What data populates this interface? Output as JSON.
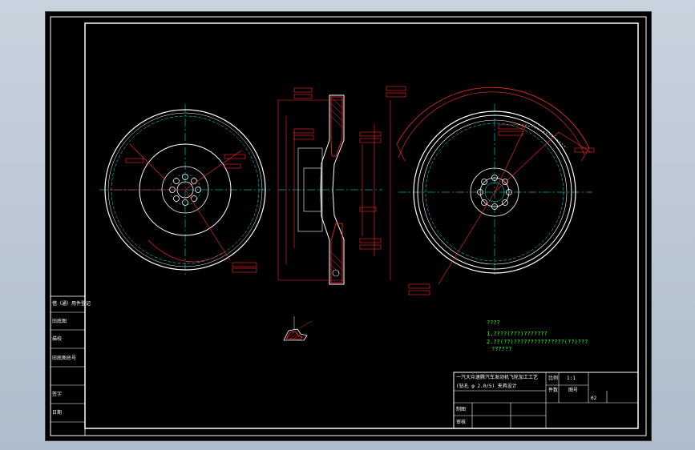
{
  "title_block": {
    "title_line1": "一汽大众速腾汽车发动机飞轮加工工艺",
    "title_line2": "(钻孔 φ 2.0/5) 夹具设计",
    "cell_a": "比例",
    "cell_b": "1:1",
    "cell_c": "件数",
    "cell_d": "图号",
    "cell_e": "02",
    "cell_f": "制图",
    "cell_g": "审核"
  },
  "left_sidebar": {
    "rows": [
      "借（通）用件登记",
      "旧底图",
      "描校",
      "旧底图总号",
      "签字",
      "日期"
    ]
  },
  "tech_notes": {
    "heading": "????",
    "line1": "1.????(???)???????",
    "line2": "2.??(??)???????????????(??)???",
    "line3": "??????"
  },
  "colors": {
    "background": "#000000",
    "outline": "#ffffff",
    "dimension": "#2aff2a",
    "section": "#ff2a2a",
    "center": "#00ffff"
  }
}
